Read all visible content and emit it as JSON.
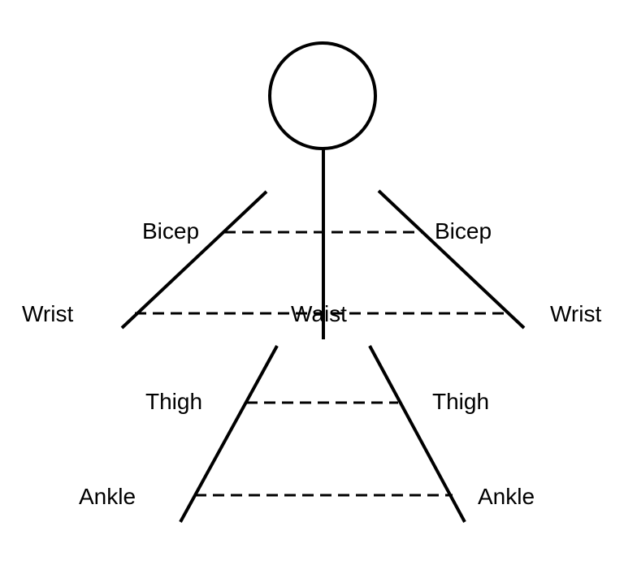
{
  "colors": {
    "ink": "#000000",
    "background": "#ffffff"
  },
  "labels": {
    "bicep_left": "Bicep",
    "bicep_right": "Bicep",
    "wrist_left": "Wrist",
    "wrist_right": "Wrist",
    "waist": "Waist",
    "thigh_left": "Thigh",
    "thigh_right": "Thigh",
    "ankle_left": "Ankle",
    "ankle_right": "Ankle"
  }
}
